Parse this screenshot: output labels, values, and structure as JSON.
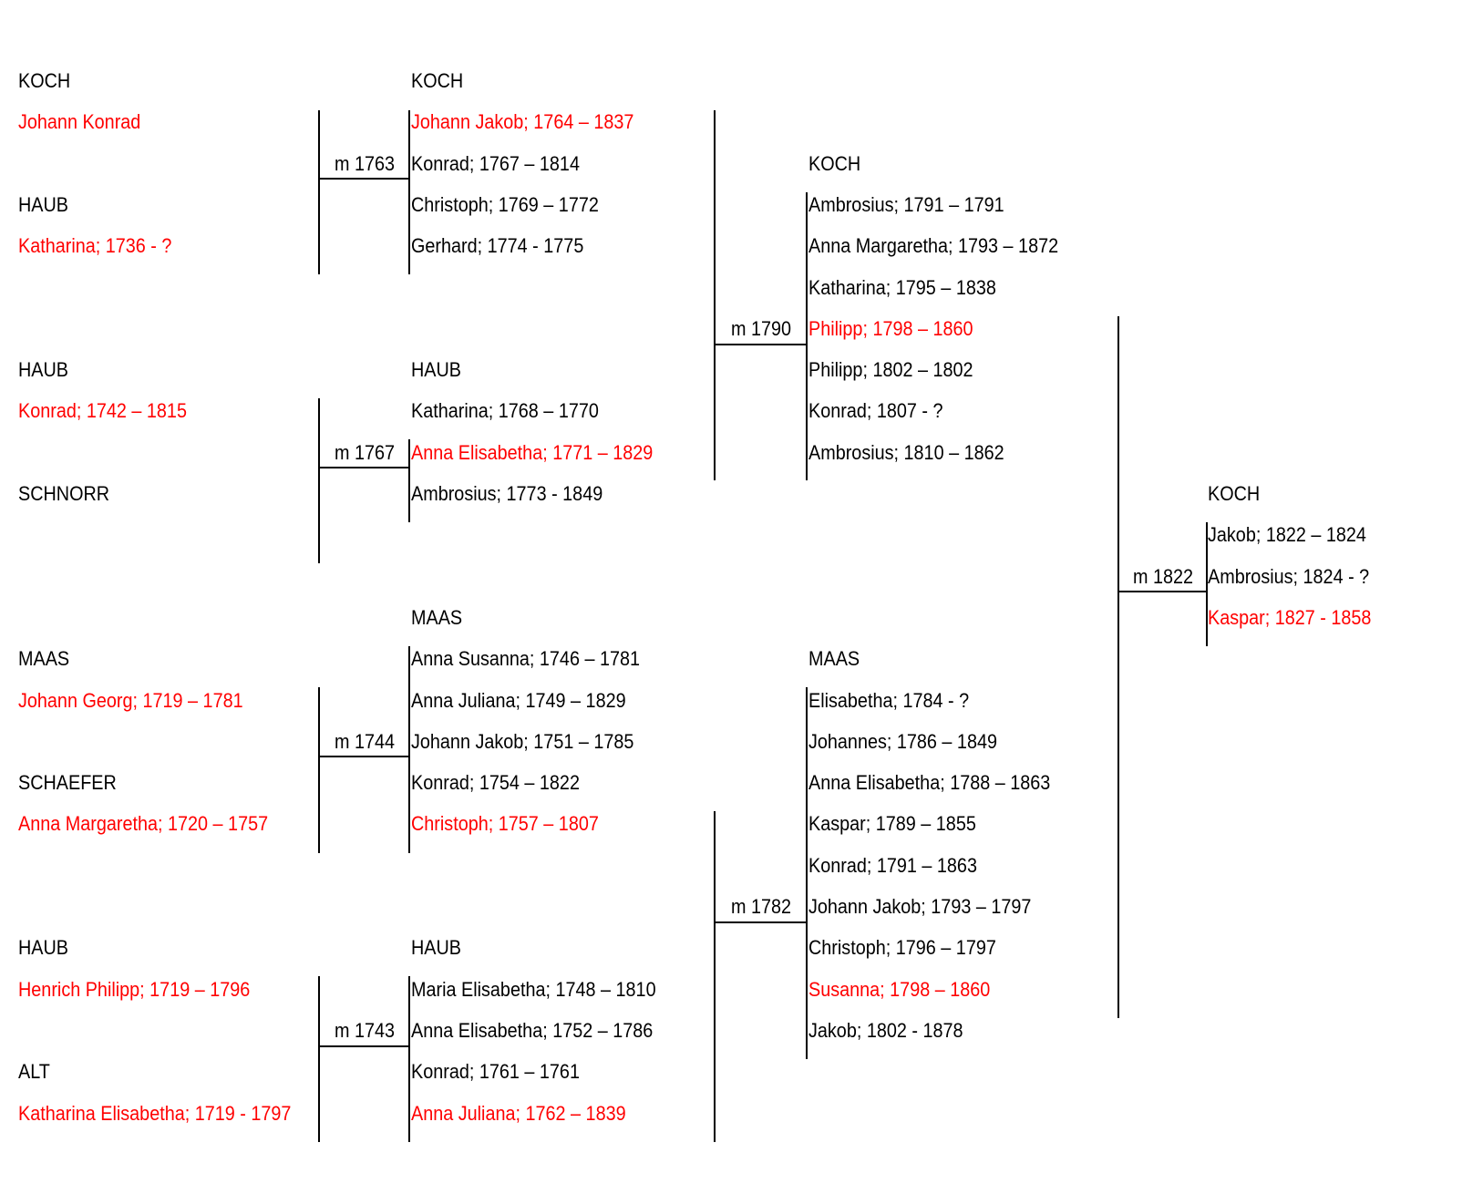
{
  "colors": {
    "text": "#000000",
    "highlight": "#ff0000",
    "line": "#000000"
  },
  "families": [
    {
      "id": "g1a",
      "col": 0,
      "members": [
        {
          "row": 0,
          "text": "KOCH",
          "hl": false
        },
        {
          "row": 1,
          "text": "Johann Konrad",
          "hl": true
        },
        {
          "row": 3,
          "text": "HAUB",
          "hl": false
        },
        {
          "row": 4,
          "text": "Katharina; 1736 - ?",
          "hl": true
        }
      ]
    },
    {
      "id": "g1b",
      "col": 0,
      "members": [
        {
          "row": 7,
          "text": "HAUB",
          "hl": false
        },
        {
          "row": 8,
          "text": "Konrad; 1742 – 1815",
          "hl": true
        },
        {
          "row": 10,
          "text": "SCHNORR",
          "hl": false
        }
      ]
    },
    {
      "id": "g1c",
      "col": 0,
      "members": [
        {
          "row": 14,
          "text": "MAAS",
          "hl": false
        },
        {
          "row": 15,
          "text": "Johann Georg; 1719 – 1781",
          "hl": true
        },
        {
          "row": 17,
          "text": "SCHAEFER",
          "hl": false
        },
        {
          "row": 18,
          "text": "Anna Margaretha; 1720 – 1757",
          "hl": true
        }
      ]
    },
    {
      "id": "g1d",
      "col": 0,
      "members": [
        {
          "row": 21,
          "text": "HAUB",
          "hl": false
        },
        {
          "row": 22,
          "text": "Henrich Philipp; 1719 – 1796",
          "hl": true
        },
        {
          "row": 24,
          "text": "ALT",
          "hl": false
        },
        {
          "row": 25,
          "text": "Katharina Elisabetha; 1719 - 1797",
          "hl": true
        }
      ]
    },
    {
      "id": "g2a",
      "col": 1,
      "members": [
        {
          "row": 0,
          "text": "KOCH",
          "hl": false
        },
        {
          "row": 1,
          "text": "Johann Jakob; 1764 – 1837",
          "hl": true
        },
        {
          "row": 2,
          "text": "Konrad; 1767 – 1814",
          "hl": false
        },
        {
          "row": 3,
          "text": "Christoph; 1769 – 1772",
          "hl": false
        },
        {
          "row": 4,
          "text": "Gerhard; 1774 - 1775",
          "hl": false
        }
      ]
    },
    {
      "id": "g2b",
      "col": 1,
      "members": [
        {
          "row": 7,
          "text": "HAUB",
          "hl": false
        },
        {
          "row": 8,
          "text": "Katharina; 1768 – 1770",
          "hl": false
        },
        {
          "row": 9,
          "text": "Anna Elisabetha; 1771 – 1829",
          "hl": true
        },
        {
          "row": 10,
          "text": "Ambrosius; 1773 - 1849",
          "hl": false
        }
      ]
    },
    {
      "id": "g2c",
      "col": 1,
      "members": [
        {
          "row": 13,
          "text": "MAAS",
          "hl": false
        },
        {
          "row": 14,
          "text": "Anna Susanna; 1746 – 1781",
          "hl": false
        },
        {
          "row": 15,
          "text": "Anna Juliana; 1749 – 1829",
          "hl": false
        },
        {
          "row": 16,
          "text": "Johann Jakob; 1751 – 1785",
          "hl": false
        },
        {
          "row": 17,
          "text": "Konrad; 1754 – 1822",
          "hl": false
        },
        {
          "row": 18,
          "text": "Christoph; 1757 – 1807",
          "hl": true
        }
      ]
    },
    {
      "id": "g2d",
      "col": 1,
      "members": [
        {
          "row": 21,
          "text": "HAUB",
          "hl": false
        },
        {
          "row": 22,
          "text": "Maria Elisabetha; 1748 – 1810",
          "hl": false
        },
        {
          "row": 23,
          "text": "Anna Elisabetha; 1752 – 1786",
          "hl": false
        },
        {
          "row": 24,
          "text": "Konrad; 1761 – 1761",
          "hl": false
        },
        {
          "row": 25,
          "text": "Anna Juliana; 1762 – 1839",
          "hl": true
        }
      ]
    },
    {
      "id": "g3a",
      "col": 2,
      "members": [
        {
          "row": 2,
          "text": "KOCH",
          "hl": false
        },
        {
          "row": 3,
          "text": "Ambrosius; 1791 – 1791",
          "hl": false
        },
        {
          "row": 4,
          "text": "Anna Margaretha; 1793 – 1872",
          "hl": false
        },
        {
          "row": 5,
          "text": "Katharina; 1795 – 1838",
          "hl": false
        },
        {
          "row": 6,
          "text": "Philipp; 1798 – 1860",
          "hl": true
        },
        {
          "row": 7,
          "text": "Philipp; 1802 – 1802",
          "hl": false
        },
        {
          "row": 8,
          "text": "Konrad; 1807 - ?",
          "hl": false
        },
        {
          "row": 9,
          "text": "Ambrosius; 1810 – 1862",
          "hl": false
        }
      ]
    },
    {
      "id": "g3b",
      "col": 2,
      "members": [
        {
          "row": 14,
          "text": "MAAS",
          "hl": false
        },
        {
          "row": 15,
          "text": "Elisabetha; 1784 - ?",
          "hl": false
        },
        {
          "row": 16,
          "text": "Johannes; 1786 – 1849",
          "hl": false
        },
        {
          "row": 17,
          "text": "Anna Elisabetha; 1788 – 1863",
          "hl": false
        },
        {
          "row": 18,
          "text": "Kaspar; 1789 – 1855",
          "hl": false
        },
        {
          "row": 19,
          "text": "Konrad; 1791 – 1863",
          "hl": false
        },
        {
          "row": 20,
          "text": "Johann Jakob; 1793 – 1797",
          "hl": false
        },
        {
          "row": 21,
          "text": "Christoph; 1796 – 1797",
          "hl": false
        },
        {
          "row": 22,
          "text": "Susanna; 1798 – 1860",
          "hl": true
        },
        {
          "row": 23,
          "text": "Jakob; 1802 - 1878",
          "hl": false
        }
      ]
    },
    {
      "id": "g4a",
      "col": 3,
      "members": [
        {
          "row": 10,
          "text": "KOCH",
          "hl": false
        },
        {
          "row": 11,
          "text": "Jakob; 1822 – 1824",
          "hl": false
        },
        {
          "row": 12,
          "text": "Ambrosius; 1824 - ?",
          "hl": false
        },
        {
          "row": 13,
          "text": "Kaspar; 1827 - 1858",
          "hl": true
        }
      ]
    }
  ],
  "marriages": [
    {
      "id": "m1",
      "label": "m 1763",
      "col": 0,
      "row": 2
    },
    {
      "id": "m2",
      "label": "m 1767",
      "col": 0,
      "row": 9
    },
    {
      "id": "m3",
      "label": "m 1744",
      "col": 0,
      "row": 16
    },
    {
      "id": "m4",
      "label": "m 1743",
      "col": 0,
      "row": 23
    },
    {
      "id": "m5",
      "label": "m 1790",
      "col": 1,
      "row": 6
    },
    {
      "id": "m6",
      "label": "m 1782",
      "col": 1,
      "row": 20
    },
    {
      "id": "m7",
      "label": "m 1822",
      "col": 2,
      "row": 12
    }
  ]
}
